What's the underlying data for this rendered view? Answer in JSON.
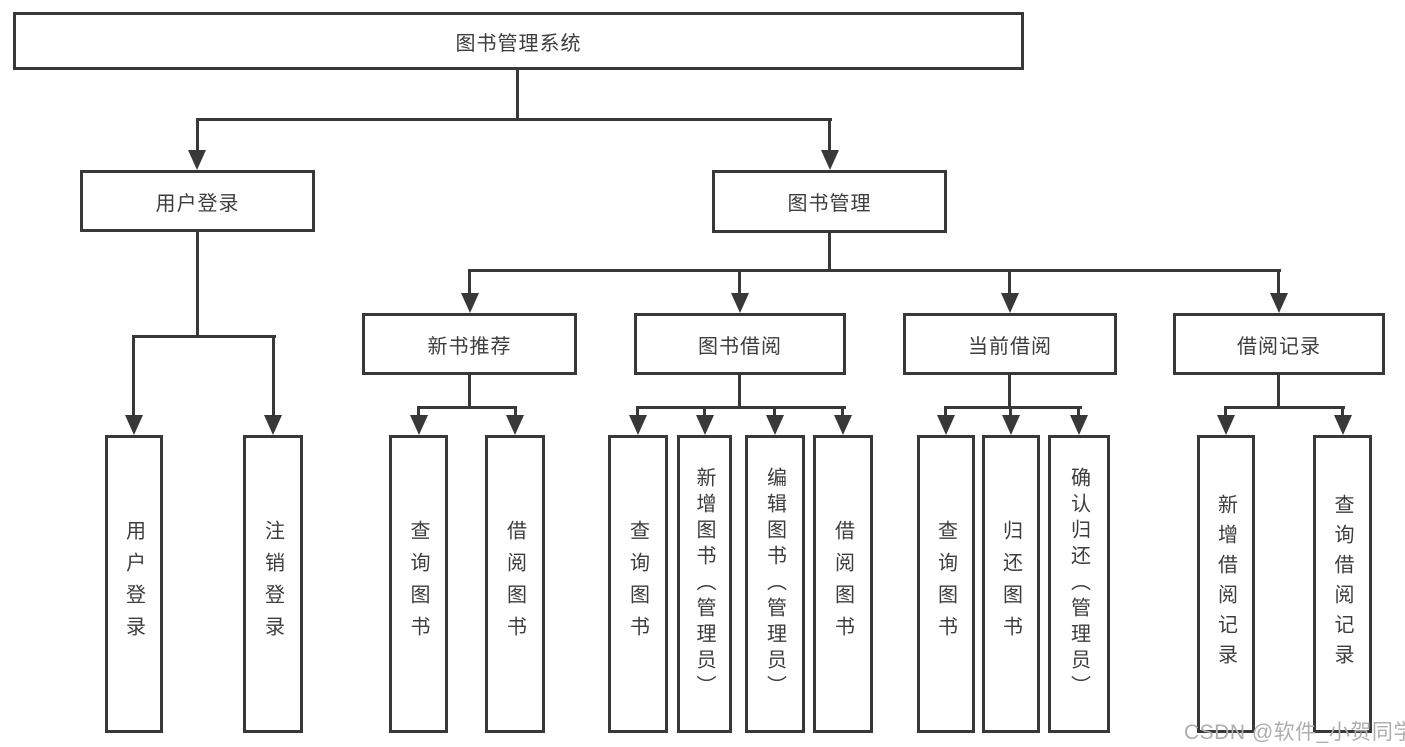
{
  "diagram": {
    "root": {
      "label": "图书管理系统"
    },
    "branches": {
      "user_login": {
        "label": "用户登录",
        "children": {
          "login": "用户登录",
          "logout": "注销登录"
        }
      },
      "book_mgmt": {
        "label": "图书管理",
        "children": {
          "new_book_rec": {
            "label": "新书推荐",
            "children": {
              "query": "查询图书",
              "borrow": "借阅图书"
            }
          },
          "book_borrow": {
            "label": "图书借阅",
            "children": {
              "query": "查询图书",
              "add": "新增图书（管理员）",
              "edit": "编辑图书（管理员）",
              "borrow": "借阅图书"
            }
          },
          "current_borrow": {
            "label": "当前借阅",
            "children": {
              "query": "查询图书",
              "return": "归还图书",
              "confirm": "确认归还（管理员）"
            }
          },
          "borrow_record": {
            "label": "借阅记录",
            "children": {
              "add": "新增借阅记录",
              "query": "查询借阅记录"
            }
          }
        }
      }
    }
  },
  "watermark": {
    "text": "CSDN @软件_小贺同学"
  },
  "colors": {
    "line": "#383838",
    "text": "#3d3d3d",
    "watermark": "#aeaeae",
    "background": "#ffffff"
  }
}
